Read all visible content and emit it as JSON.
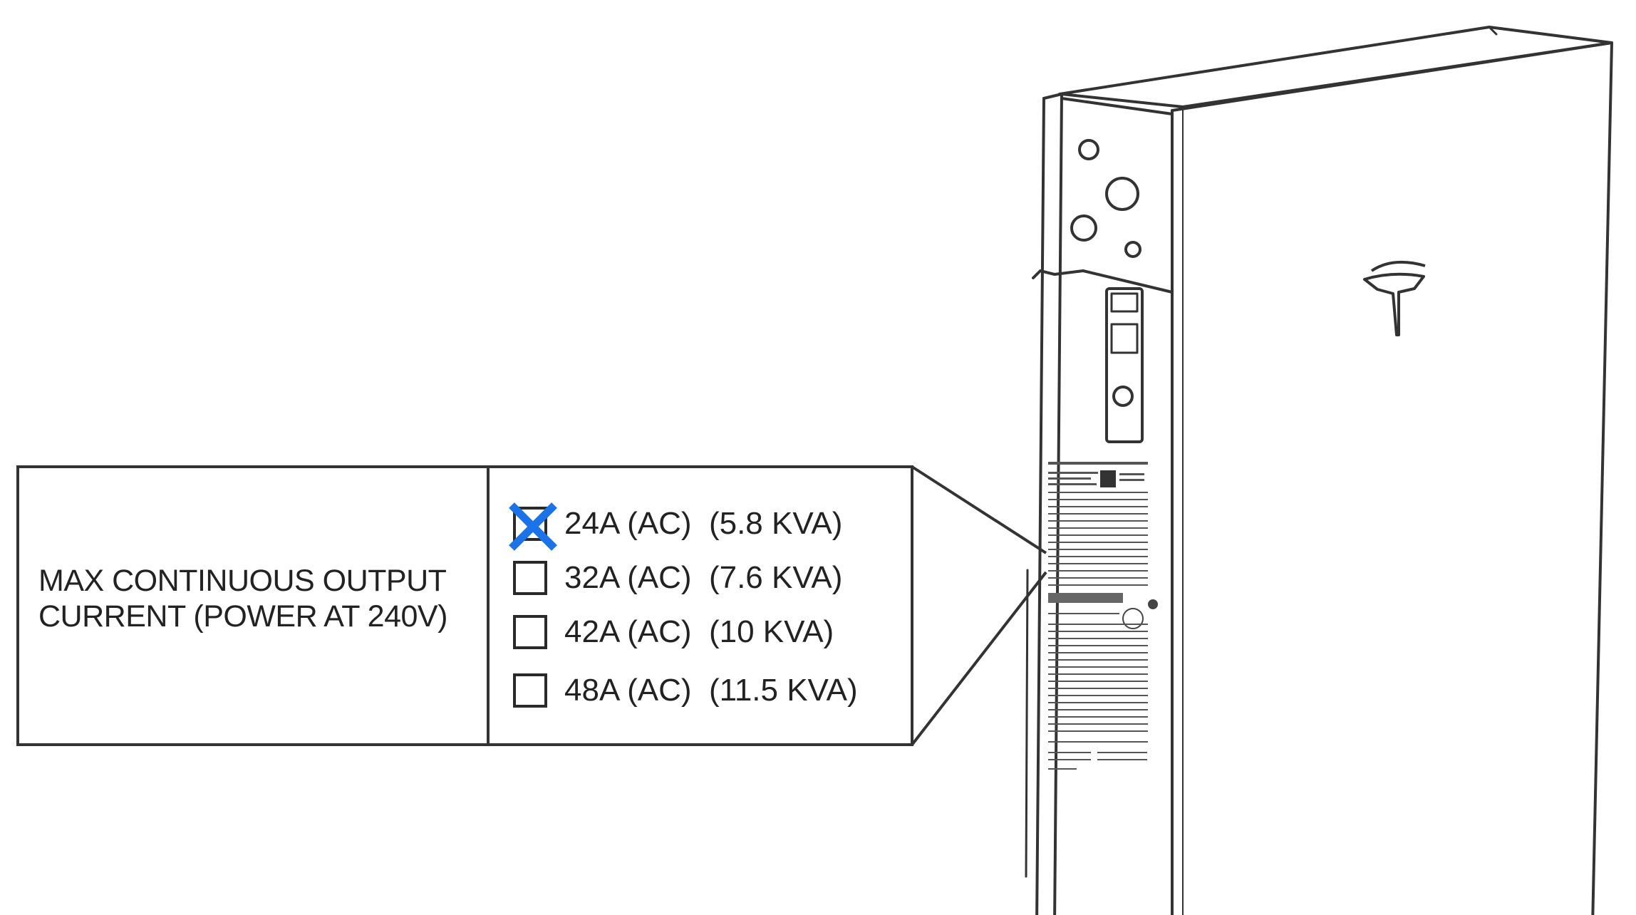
{
  "callout": {
    "title_lines": [
      "MAX CONTINUOUS OUTPUT",
      "CURRENT (POWER AT 240V)"
    ],
    "options": [
      {
        "label": "24A (AC)  (5.8 KVA)",
        "selected": true
      },
      {
        "label": "32A (AC)  (7.6 KVA)",
        "selected": false
      },
      {
        "label": "42A (AC)  (10 KVA)",
        "selected": false
      },
      {
        "label": "48A (AC)  (11.5 KVA)",
        "selected": false
      }
    ]
  },
  "device": {
    "logo": "tesla-logo-icon"
  },
  "colors": {
    "line": "#2a2a2a",
    "mark": "#1a73e8",
    "background": "#ffffff"
  }
}
